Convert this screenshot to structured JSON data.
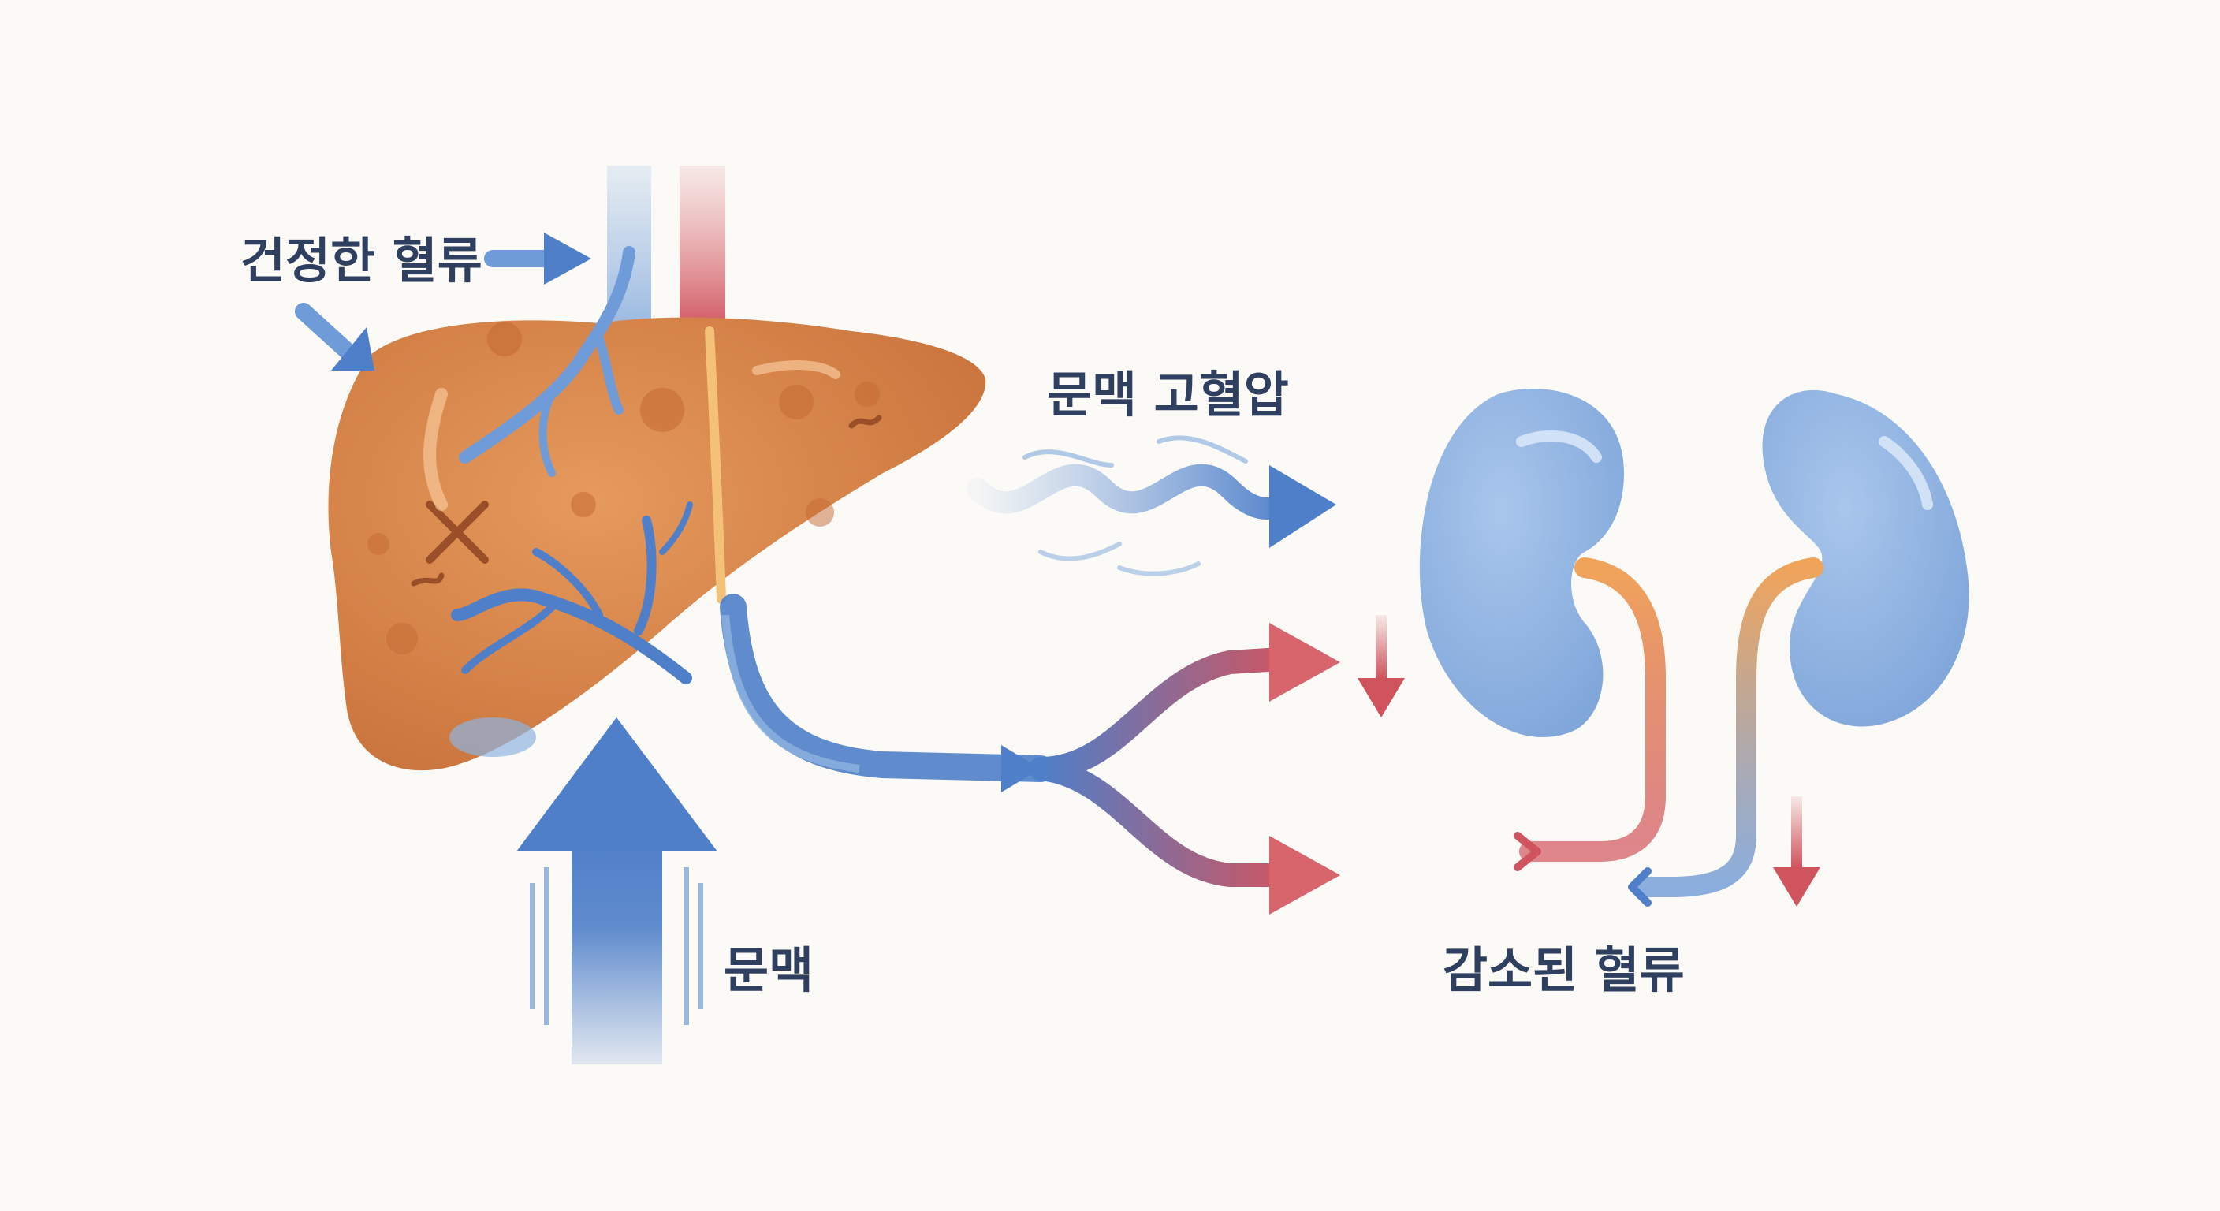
{
  "labels": {
    "healthy_flow": "건정한 혈류",
    "portal_hypertension": "문맥 고혈압",
    "portal_vein": "문맥",
    "reduced_flow": "감소된 혈류"
  },
  "colors": {
    "background": "#fbfaf6",
    "liver": "#d8844a",
    "vein_blue": "#4f7fc9",
    "artery_red": "#d0545e",
    "kidney_blue": "#8fb3e0",
    "ureter_orange": "#f0a45a",
    "label_text": "#2f3f5f"
  },
  "icons": [
    "liver-organ",
    "kidney-left",
    "kidney-right",
    "flow-arrow",
    "wavy-pressure-arrow"
  ]
}
